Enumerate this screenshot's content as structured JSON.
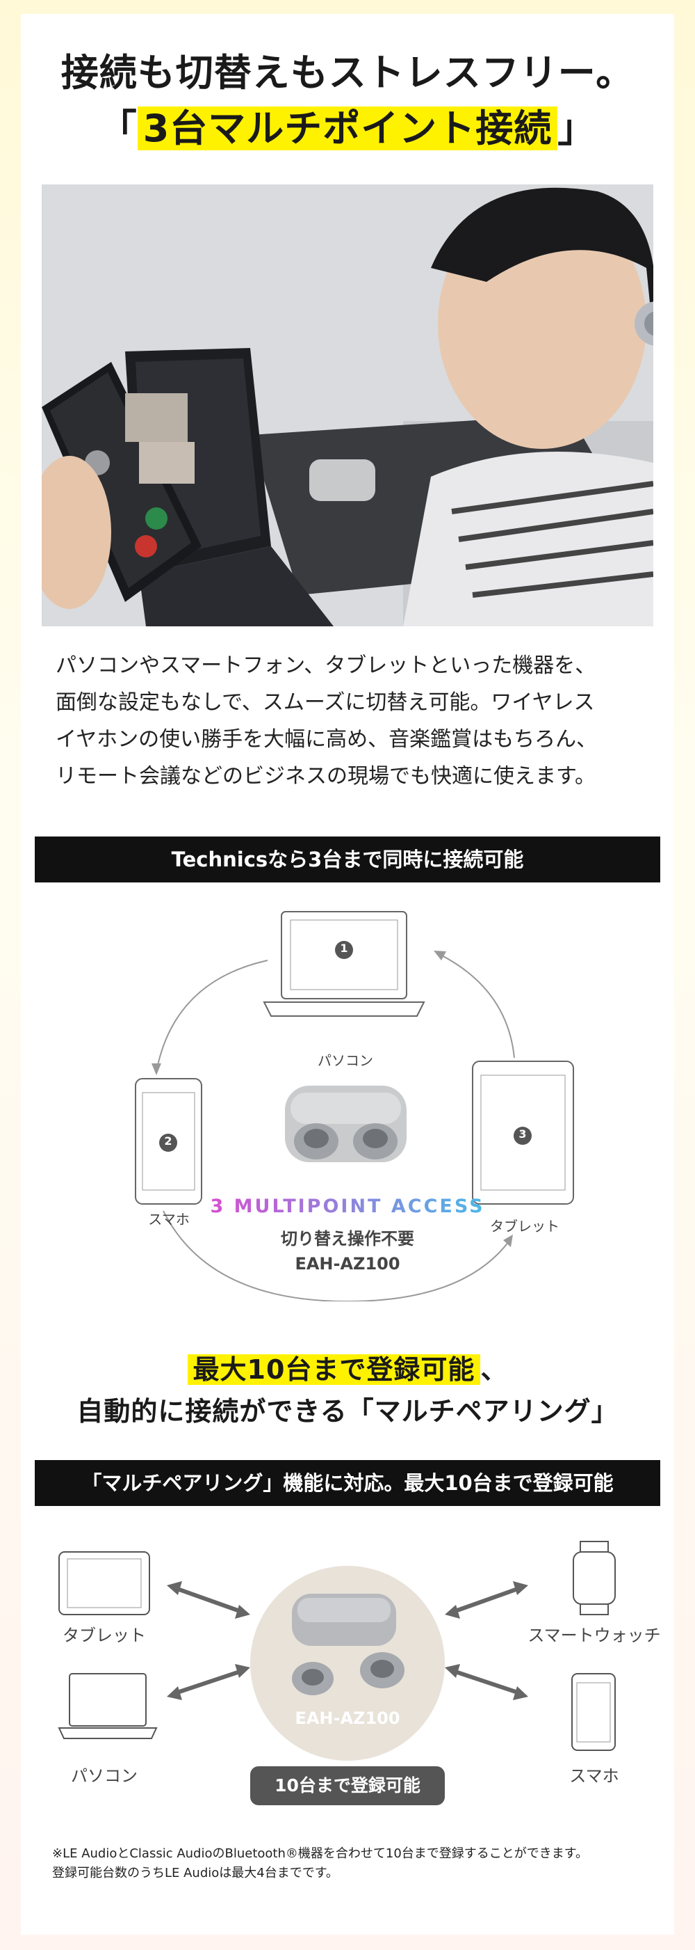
{
  "headline": {
    "line1": "接続も切替えもストレスフリー。",
    "open_bracket": "「",
    "highlight": "3台マルチポイント接続",
    "close_bracket": "」"
  },
  "photo": {
    "icon": "lifestyle-photo-person-wearing-earbuds"
  },
  "intro": {
    "lines": [
      "パソコンやスマートフォン、タブレットといった機器を、",
      "面倒な設定もなしで、スムーズに切替え可能。ワイヤレス",
      "イヤホンの使い勝手を大幅に高め、音楽鑑賞はもちろん、",
      "リモート会議などのビジネスの現場でも快適に使えます。"
    ]
  },
  "multipoint": {
    "bar_label": "Technicsなら3台まで同時に接続可能",
    "devices": [
      {
        "number": "1",
        "label": "パソコン"
      },
      {
        "number": "2",
        "label": "スマホ"
      },
      {
        "number": "3",
        "label": "タブレット"
      }
    ],
    "access_title": "3 MULTIPOINT ACCESS",
    "no_switch": "切り替え操作不要",
    "model": "EAH-AZ100",
    "accent_colors": [
      "#d64fd0",
      "#4ab8e8"
    ]
  },
  "pairing": {
    "title_highlight": "最大10台まで登録可能",
    "title_rest": "、",
    "subtitle": "自動的に接続ができる「マルチペアリング」",
    "bar_label": "「マルチペアリング」機能に対応。最大10台まで登録可能",
    "left_devices": [
      "タブレット",
      "パソコン"
    ],
    "right_devices": [
      "スマートウォッチ",
      "スマホ"
    ],
    "model": "EAH-AZ100",
    "pill": "10台まで登録可能"
  },
  "footnote": {
    "line1": "※LE AudioとClassic AudioのBluetooth®機器を合わせて10台まで登録することができます。",
    "line2": "登録可能台数のうちLE Audioは最大4台までです。"
  }
}
